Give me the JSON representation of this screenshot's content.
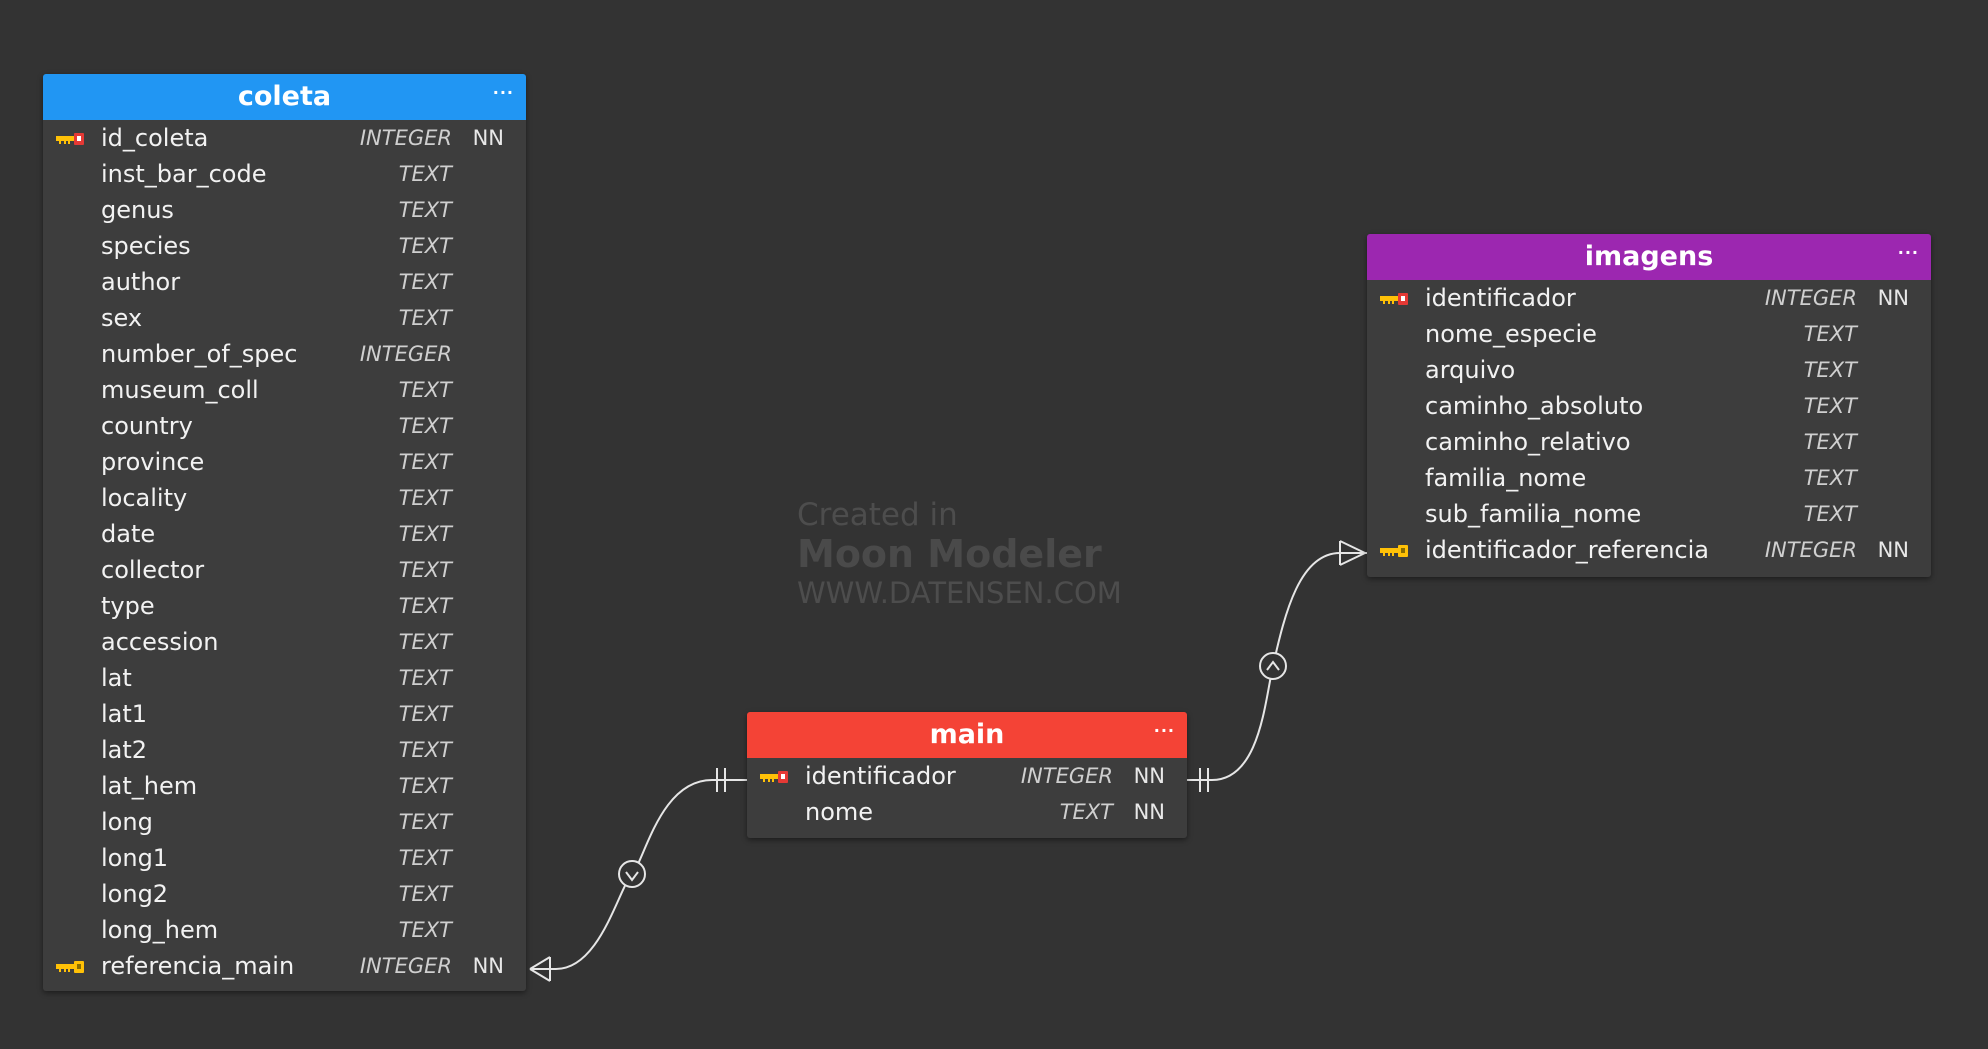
{
  "watermark": {
    "line1": "Created in",
    "line2": "Moon Modeler",
    "line3": "WWW.DATENSEN.COM"
  },
  "colors": {
    "coleta_header": "#2196f3",
    "main_header": "#f44336",
    "imagens_header": "#9c27b0",
    "primary_key": "#e53935",
    "foreign_key": "#ffc107",
    "canvas": "#333333",
    "table_body": "#3d3d3d"
  },
  "tables": {
    "coleta": {
      "name": "coleta",
      "menu": "···",
      "columns": [
        {
          "name": "id_coleta",
          "type": "INTEGER",
          "nn": "NN",
          "key": "pk"
        },
        {
          "name": "inst_bar_code",
          "type": "TEXT",
          "nn": "",
          "key": ""
        },
        {
          "name": "genus",
          "type": "TEXT",
          "nn": "",
          "key": ""
        },
        {
          "name": "species",
          "type": "TEXT",
          "nn": "",
          "key": ""
        },
        {
          "name": "author",
          "type": "TEXT",
          "nn": "",
          "key": ""
        },
        {
          "name": "sex",
          "type": "TEXT",
          "nn": "",
          "key": ""
        },
        {
          "name": "number_of_spec",
          "type": "INTEGER",
          "nn": "",
          "key": ""
        },
        {
          "name": "museum_coll",
          "type": "TEXT",
          "nn": "",
          "key": ""
        },
        {
          "name": "country",
          "type": "TEXT",
          "nn": "",
          "key": ""
        },
        {
          "name": "province",
          "type": "TEXT",
          "nn": "",
          "key": ""
        },
        {
          "name": "locality",
          "type": "TEXT",
          "nn": "",
          "key": ""
        },
        {
          "name": "date",
          "type": "TEXT",
          "nn": "",
          "key": ""
        },
        {
          "name": "collector",
          "type": "TEXT",
          "nn": "",
          "key": ""
        },
        {
          "name": "type",
          "type": "TEXT",
          "nn": "",
          "key": ""
        },
        {
          "name": "accession",
          "type": "TEXT",
          "nn": "",
          "key": ""
        },
        {
          "name": "lat",
          "type": "TEXT",
          "nn": "",
          "key": ""
        },
        {
          "name": "lat1",
          "type": "TEXT",
          "nn": "",
          "key": ""
        },
        {
          "name": "lat2",
          "type": "TEXT",
          "nn": "",
          "key": ""
        },
        {
          "name": "lat_hem",
          "type": "TEXT",
          "nn": "",
          "key": ""
        },
        {
          "name": "long",
          "type": "TEXT",
          "nn": "",
          "key": ""
        },
        {
          "name": "long1",
          "type": "TEXT",
          "nn": "",
          "key": ""
        },
        {
          "name": "long2",
          "type": "TEXT",
          "nn": "",
          "key": ""
        },
        {
          "name": "long_hem",
          "type": "TEXT",
          "nn": "",
          "key": ""
        },
        {
          "name": "referencia_main",
          "type": "INTEGER",
          "nn": "NN",
          "key": "fk"
        }
      ]
    },
    "main": {
      "name": "main",
      "menu": "···",
      "columns": [
        {
          "name": "identificador",
          "type": "INTEGER",
          "nn": "NN",
          "key": "pk"
        },
        {
          "name": "nome",
          "type": "TEXT",
          "nn": "NN",
          "key": ""
        }
      ]
    },
    "imagens": {
      "name": "imagens",
      "menu": "···",
      "columns": [
        {
          "name": "identificador",
          "type": "INTEGER",
          "nn": "NN",
          "key": "pk"
        },
        {
          "name": "nome_especie",
          "type": "TEXT",
          "nn": "",
          "key": ""
        },
        {
          "name": "arquivo",
          "type": "TEXT",
          "nn": "",
          "key": ""
        },
        {
          "name": "caminho_absoluto",
          "type": "TEXT",
          "nn": "",
          "key": ""
        },
        {
          "name": "caminho_relativo",
          "type": "TEXT",
          "nn": "",
          "key": ""
        },
        {
          "name": "familia_nome",
          "type": "TEXT",
          "nn": "",
          "key": ""
        },
        {
          "name": "sub_familia_nome",
          "type": "TEXT",
          "nn": "",
          "key": ""
        },
        {
          "name": "identificador_referencia",
          "type": "INTEGER",
          "nn": "NN",
          "key": "fk"
        }
      ]
    }
  }
}
